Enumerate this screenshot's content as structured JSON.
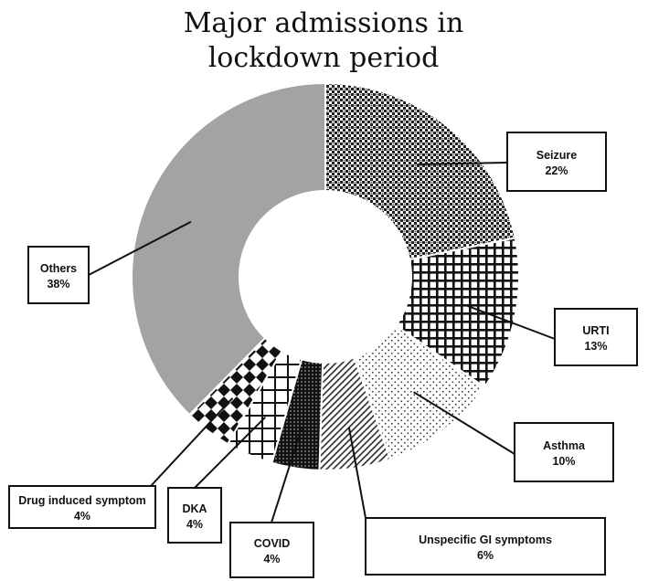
{
  "chart_data": {
    "type": "pie",
    "variant": "donut",
    "title_lines": [
      "Major admissions in",
      "lockdown period"
    ],
    "legend": "none",
    "colors": {
      "background": "#ffffff",
      "stroke": "#111111",
      "others_fill": "#a3a3a3"
    },
    "slices": [
      {
        "name": "Seizure",
        "value": 22,
        "label": "22%",
        "pattern": "dense-checker"
      },
      {
        "name": "URTI",
        "value": 13,
        "label": "13%",
        "pattern": "grid"
      },
      {
        "name": "Asthma",
        "value": 10,
        "label": "10%",
        "pattern": "dots"
      },
      {
        "name": "Unspecific GI symptoms",
        "value": 6,
        "label": "6%",
        "pattern": "diagonal"
      },
      {
        "name": "COVID",
        "value": 4,
        "label": "4%",
        "pattern": "dark-dots"
      },
      {
        "name": "DKA",
        "value": 4,
        "label": "4%",
        "pattern": "grid-large"
      },
      {
        "name": "Drug induced symptom",
        "value": 4,
        "label": "4%",
        "pattern": "diamonds"
      },
      {
        "name": "Others",
        "value": 38,
        "label": "38%",
        "pattern": "solid-gray"
      }
    ]
  }
}
